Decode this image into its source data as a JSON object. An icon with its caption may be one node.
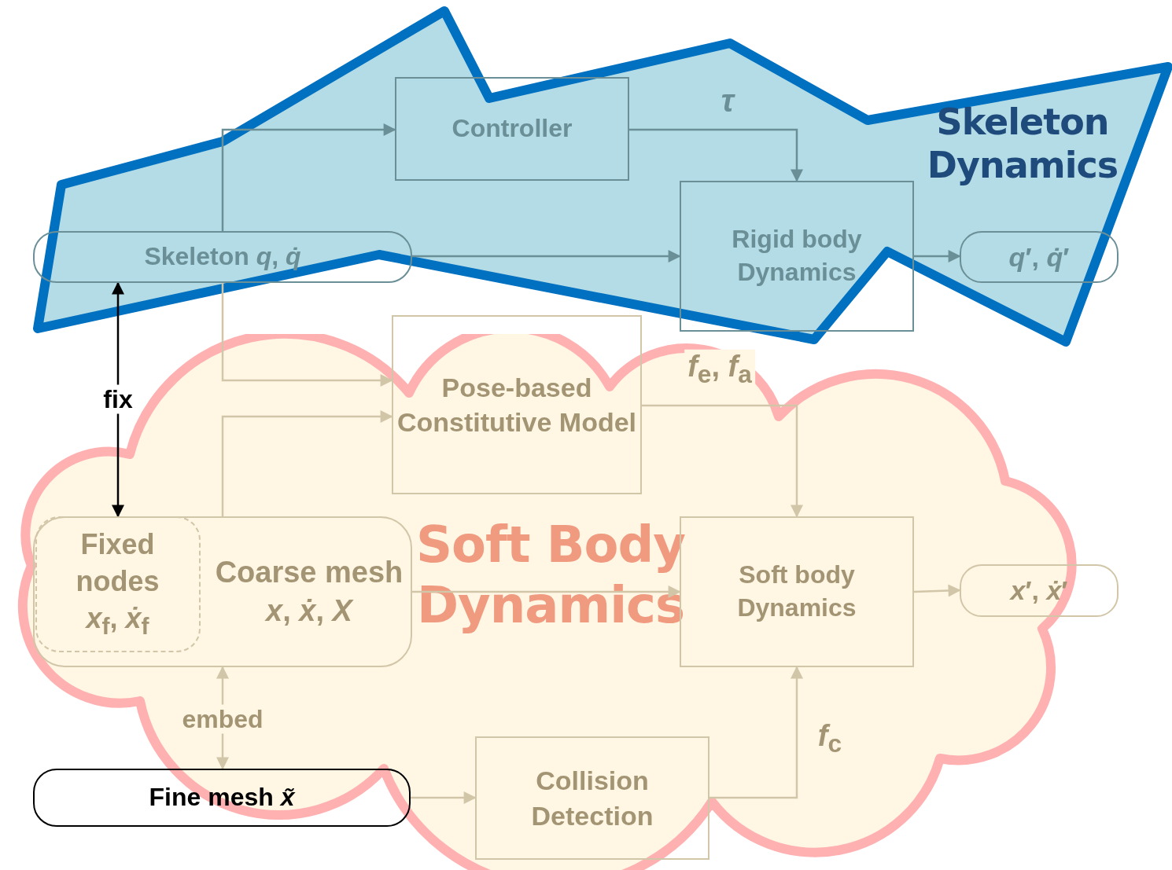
{
  "diagram": {
    "nodes": [
      {
        "text": [
          "Skeleton Dynamics"
        ]
      },
      {
        "text": [
          "Controller"
        ],
        "in": 0
      },
      {
        "text": [
          "Skeleton *q*, *q̇*"
        ],
        "in": 0
      },
      {
        "text": [
          "Rigid body Dynamics"
        ],
        "in": 0
      },
      {
        "text": [
          "*q*′, *q̇*′"
        ],
        "in": 0
      },
      {
        "text": [
          "Soft Body Dynamics"
        ]
      },
      {
        "text": [
          "Pose-based Constitutive Model"
        ],
        "in": 5
      },
      {
        "text": [
          "Coarse mesh",
          "*x*, *ẋ*, *X*"
        ],
        "in": 5
      },
      {
        "text": [
          "Fixed nodes",
          "*x*$_{f}$, *ẋ*$_{f}$"
        ],
        "in": 7
      },
      {
        "text": [
          "Soft body Dynamics"
        ],
        "in": 5
      },
      {
        "text": [
          "*x*′, *ẋ*′"
        ],
        "in": 5
      },
      {
        "text": [
          "Fine mesh *x̃*"
        ],
        "in": 5
      },
      {
        "text": [
          "Collision Detection"
        ],
        "in": 5
      }
    ],
    "edges": [
      {
        "from": 2,
        "to": 1,
        "arrow": "to",
        "color": "#6b8f97"
      },
      {
        "from": 1,
        "to": 3,
        "arrow": "to",
        "label": "*τ*",
        "color": "#6b8f97"
      },
      {
        "from": 2,
        "to": 3,
        "arrow": "to",
        "color": "#6b8f97"
      },
      {
        "from": 3,
        "to": 4,
        "arrow": "to",
        "color": "#6b8f97"
      },
      {
        "from": 2,
        "to": 6,
        "arrow": "to"
      },
      {
        "from": 7,
        "to": 6,
        "arrow": "to"
      },
      {
        "from": 6,
        "to": 9,
        "arrow": "to",
        "label": "*f*$_{e}$, *f*$_{a}$"
      },
      {
        "from": 7,
        "to": 9,
        "arrow": "to"
      },
      {
        "from": 9,
        "to": 10,
        "arrow": "to"
      },
      {
        "from": 2,
        "to": 8,
        "arrow": "both",
        "label": "fix",
        "color": "#000000"
      },
      {
        "from": 7,
        "to": 11,
        "arrow": "both",
        "label": "embed"
      },
      {
        "from": 11,
        "to": 12,
        "arrow": "to"
      },
      {
        "from": 12,
        "to": 9,
        "arrow": "to",
        "label": "*f*$_{c}$"
      }
    ]
  }
}
